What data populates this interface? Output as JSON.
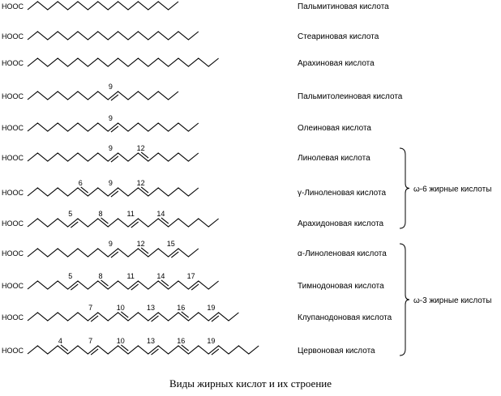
{
  "caption": "Виды жирных кислот и их строение",
  "head_label": "HOOC",
  "acids": [
    {
      "name": "Пальмитиновая кислота",
      "carbons": 16,
      "double_bonds": []
    },
    {
      "name": "Стеариновая кислота",
      "carbons": 18,
      "double_bonds": []
    },
    {
      "name": "Арахиновая кислота",
      "carbons": 20,
      "double_bonds": []
    },
    {
      "name": "Пальмитолеиновая кислота",
      "carbons": 16,
      "double_bonds": [
        9
      ]
    },
    {
      "name": "Олеиновая кислота",
      "carbons": 18,
      "double_bonds": [
        9
      ]
    },
    {
      "name": "Линолевая кислота",
      "carbons": 18,
      "double_bonds": [
        9,
        12
      ]
    },
    {
      "name": "γ-Линоленовая кислота",
      "carbons": 18,
      "double_bonds": [
        6,
        9,
        12
      ]
    },
    {
      "name": "Арахидоновая кислота",
      "carbons": 20,
      "double_bonds": [
        5,
        8,
        11,
        14
      ]
    },
    {
      "name": "α-Линоленовая кислота",
      "carbons": 18,
      "double_bonds": [
        9,
        12,
        15
      ]
    },
    {
      "name": "Тимнодоновая кислота",
      "carbons": 20,
      "double_bonds": [
        5,
        8,
        11,
        14,
        17
      ]
    },
    {
      "name": "Клупанодоновая кислота",
      "carbons": 22,
      "double_bonds": [
        7,
        10,
        13,
        16,
        19
      ]
    },
    {
      "name": "Цервоновая кислота",
      "carbons": 24,
      "double_bonds": [
        4,
        7,
        10,
        13,
        16,
        19
      ]
    }
  ],
  "groups": [
    {
      "label": "ω-6 жирные кислоты",
      "members": [
        5,
        6,
        7
      ]
    },
    {
      "label": "ω-3 жирные кислоты",
      "members": [
        8,
        9,
        10,
        11
      ]
    }
  ]
}
